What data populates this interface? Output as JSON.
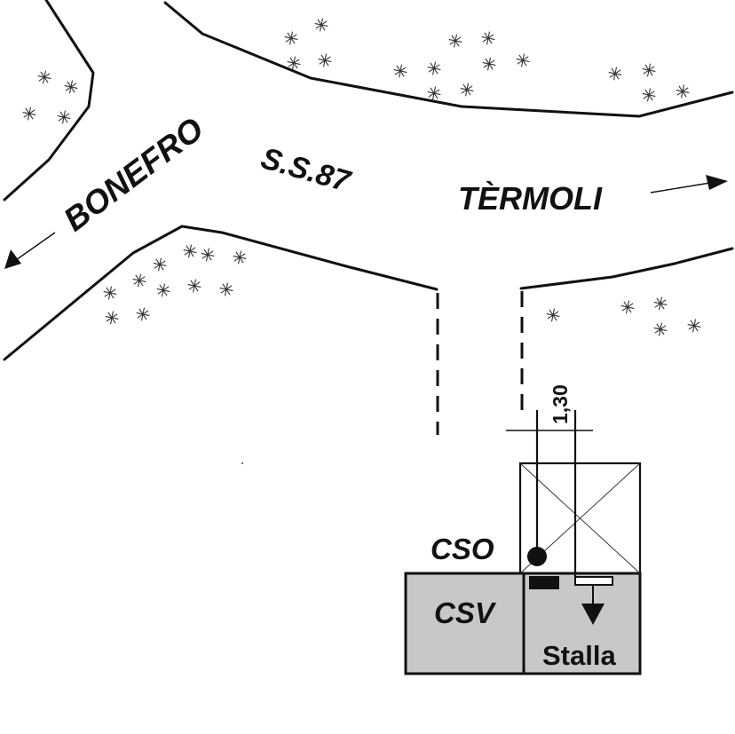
{
  "labels": {
    "bonefro": "BONEFRO",
    "road": "S.S.87",
    "termoli": "TÈRMOLI",
    "distance": "1,30",
    "cso": "CSO",
    "csv": "CSV",
    "stalla": "Stalla"
  },
  "colors": {
    "line": "#111111",
    "building_fill": "#c8c8c8"
  },
  "icons": {
    "vegetation": "asterisk-shrub-icon",
    "direction": "arrow-icon",
    "point": "filled-dot-icon"
  }
}
